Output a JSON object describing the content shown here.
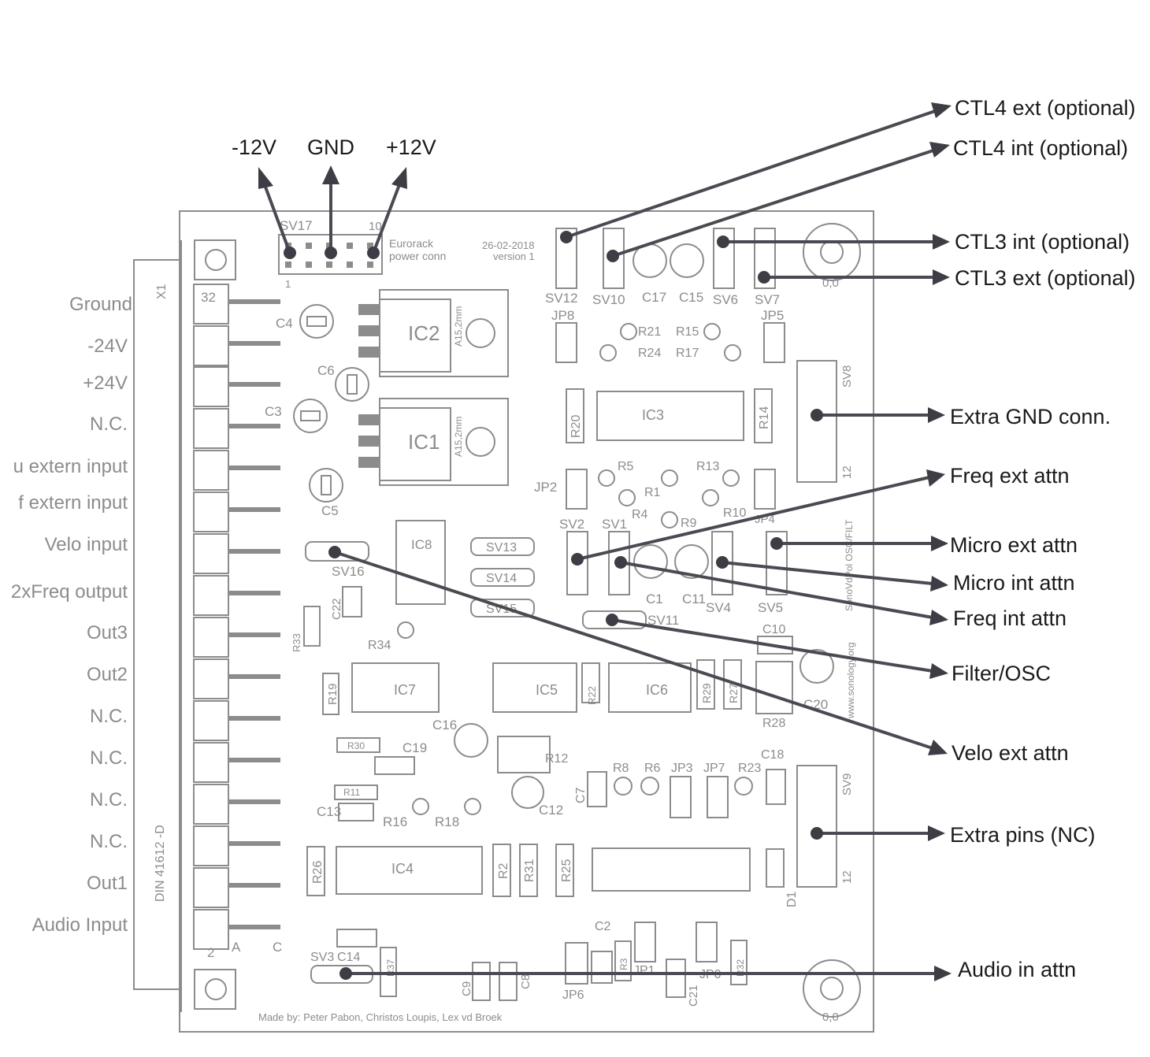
{
  "power_labels": [
    "-12V",
    "GND",
    "+12V"
  ],
  "callouts_right": {
    "ctl4_ext": "CTL4 ext (optional)",
    "ctl4_int": "CTL4 int (optional)",
    "ctl3_int": "CTL3 int (optional)",
    "ctl3_ext": "CTL3 ext (optional)",
    "extra_gnd": "Extra GND conn.",
    "freq_ext": "Freq ext attn",
    "micro_ext": "Micro ext attn",
    "micro_int": "Micro int attn",
    "freq_int": "Freq int attn",
    "filter_osc": "Filter/OSC",
    "velo_ext": "Velo ext attn",
    "extra_pins": "Extra pins (NC)",
    "audio_in": "Audio in attn"
  },
  "din_pins": [
    "Ground",
    "-24V",
    "+24V",
    "N.C.",
    "u extern input",
    "f extern input",
    "Velo input",
    "2xFreq output",
    "Out3",
    "Out2",
    "N.C.",
    "N.C.",
    "N.C.",
    "N.C.",
    "Out1",
    "Audio Input"
  ],
  "board": {
    "connector_x1": "X1",
    "connector_din": "DIN 41612 -D",
    "pin_32": "32",
    "pin_2": "2",
    "row_a": "A",
    "row_c": "C",
    "sv17": "SV17",
    "sv17_pin10": "10",
    "sv17_pin1": "1",
    "eurorack_1": "Eurorack",
    "eurorack_2": "power conn",
    "date": "26-02-2018",
    "version": "version 1",
    "ic2": "IC2",
    "ic1": "IC1",
    "ic2_pkg": "A15,2mm",
    "ic1_pkg": "A15,2mm",
    "c4": "C4",
    "c6": "C6",
    "c3": "C3",
    "c5": "C5",
    "ic8": "IC8",
    "sv16": "SV16",
    "sv13": "SV13",
    "sv14": "SV14",
    "sv15": "SV15",
    "c22": "C22",
    "r33": "R33",
    "r34": "R34",
    "r19": "R19",
    "ic7": "IC7",
    "ic5": "IC5",
    "ic6": "IC6",
    "ic4": "IC4",
    "ic3": "IC3",
    "r22": "R22",
    "r29": "R29",
    "r27": "R27",
    "r28": "R28",
    "c20": "C20",
    "c10": "C10",
    "c16": "C16",
    "r30": "R30",
    "c19": "C19",
    "r12": "R12",
    "r11": "R11",
    "c13": "C13",
    "r16": "R16",
    "r18": "R18",
    "c12": "C12",
    "c7": "C7",
    "r8": "R8",
    "r6": "R6",
    "jp3": "JP3",
    "jp7": "JP7",
    "r23": "R23",
    "c18": "C18",
    "sv9": "SV9",
    "sv9_12": "12",
    "r26": "R26",
    "r2": "R2",
    "r31": "R31",
    "r25": "R25",
    "d1": "D1",
    "c2": "C2",
    "r3": "R3",
    "jp1": "JP1",
    "jp6": "JP6",
    "c21": "C21",
    "jp0": "JP0",
    "r32": "R32",
    "sv3": "SV3",
    "c14": "C14",
    "r37": "R37",
    "c9": "C9",
    "c8": "C8",
    "sv12": "SV12",
    "sv10": "SV10",
    "c17": "C17",
    "c15": "C15",
    "sv6": "SV6",
    "sv7": "SV7",
    "jp8": "JP8",
    "jp5": "JP5",
    "r21": "R21",
    "r15": "R15",
    "r24": "R24",
    "r17": "R17",
    "sv8": "SV8",
    "sv8_12": "12",
    "r20": "R20",
    "r14": "R14",
    "jp2": "JP2",
    "r5": "R5",
    "r1": "R1",
    "r4": "R4",
    "r9": "R9",
    "r13": "R13",
    "r10": "R10",
    "jp4": "JP4",
    "sv2": "SV2",
    "sv1": "SV1",
    "c1": "C1",
    "c11": "C11",
    "sv4": "SV4",
    "sv5": "SV5",
    "sv11": "SV11",
    "website": "www.sonology.org",
    "sonovd": "SonoVdPol OSC/FILT",
    "fiducial": "0,0",
    "credits": "Made by: Peter Pabon, Christos Loupis, Lex vd Broek"
  }
}
